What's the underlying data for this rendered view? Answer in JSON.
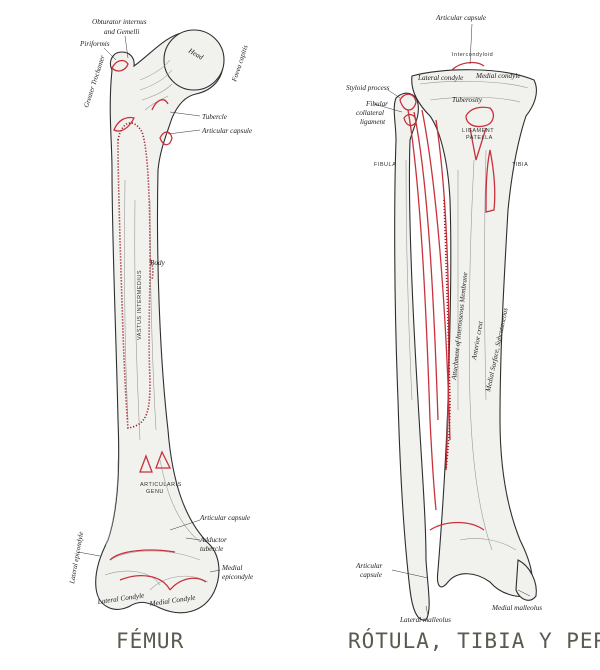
{
  "femur": {
    "caption": "FÉMUR",
    "labels": {
      "obturator": "Obturator internus",
      "gemelli": "and Gemelli",
      "piriformis": "Piriformis",
      "greater_trochanter": "Greater Trochanter",
      "head": "Head",
      "fovea_capitis": "Fovea capitis",
      "tubercle": "Tubercle",
      "articular_capsule_upper": "Articular capsule",
      "vastus_intermedius": "VASTUS INTERMEDIUS",
      "body": "Body",
      "articularis_genu_1": "ARTICULARIS",
      "articularis_genu_2": "GENU",
      "articular_capsule_lower": "Articular capsule",
      "adductor_tubercle_1": "Adductor",
      "adductor_tubercle_2": "tubercle",
      "medial_epicondyle_1": "Medial",
      "medial_epicondyle_2": "epicondyle",
      "lateral_epicondyle": "Lateral epicondyle",
      "lateral_condyle": "Lateral Condyle",
      "medial_condyle": "Medial Condyle"
    }
  },
  "tibia_fibula": {
    "caption": "RÓTULA, TIBIA Y PERONÉ",
    "labels": {
      "articular_capsule_top": "Articular capsule",
      "intercondyloid": "Intercondyloid",
      "lateral_condyle": "Lateral condyle",
      "medial_condyle": "Medial condyle",
      "styloid_process": "Styloid process",
      "fibular_collateral_1": "Fibular",
      "fibular_collateral_2": "collateral",
      "fibular_collateral_3": "ligament",
      "tuberosity": "Tuberosity",
      "ligamentum_patellae_1": "LIGAMENT",
      "ligamentum_patellae_2": "PATELLA",
      "fibula": "FIBULA",
      "tibia": "TIBIA",
      "interosseous": "Attachment of Interosseous Membrane",
      "anterior_crest": "Anterior crest",
      "medial_surface": "Medial Surface, Subcutaneous",
      "articular_capsule_bottom_1": "Articular",
      "articular_capsule_bottom_2": "capsule",
      "lateral_malleolus": "Lateral malleolus",
      "medial_malleolus": "Medial malleolus"
    }
  }
}
